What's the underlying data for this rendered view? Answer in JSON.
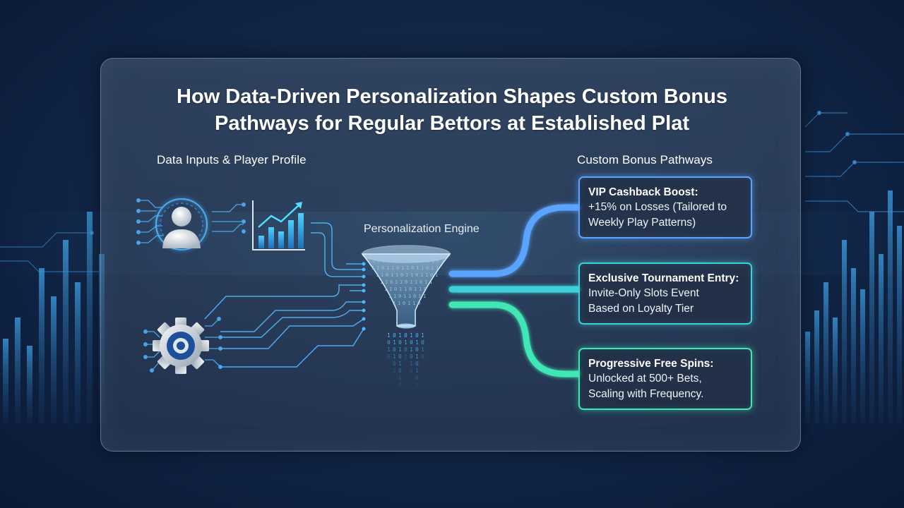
{
  "title": {
    "line1": "How Data-Driven Personalization Shapes Custom Bonus",
    "line2": "Pathways for Regular Bettors at Established Plat"
  },
  "left_section": {
    "heading": "Data Inputs & Player Profile",
    "icons": [
      "user-profile-icon",
      "bar-chart-trend-icon",
      "gear-icon"
    ]
  },
  "engine": {
    "label": "Personalization Engine",
    "icon": "funnel-icon"
  },
  "right_section": {
    "heading": "Custom Bonus Pathways",
    "cards": [
      {
        "title": "VIP Cashback Boost:",
        "lines": [
          "+15% on Losses (Tailored to",
          "Weekly Play Patterns)"
        ],
        "color": "#5aa3ff"
      },
      {
        "title": "Exclusive Tournament Entry:",
        "lines": [
          "Invite-Only Slots Event",
          "Based on Loyalty Tier"
        ],
        "color": "#3ed0d8"
      },
      {
        "title": "Progressive Free Spins:",
        "lines": [
          "Unlocked at 500+ Bets,",
          "Scaling with Frequency."
        ],
        "color": "#3fe6b4"
      }
    ]
  },
  "colors": {
    "background": "#0b1a33",
    "panel": "#3c4e68",
    "accent_blue": "#5aa3ff",
    "accent_cyan": "#3ed0d8",
    "accent_green": "#3fe6b4",
    "circuit": "#4fb8ff"
  }
}
